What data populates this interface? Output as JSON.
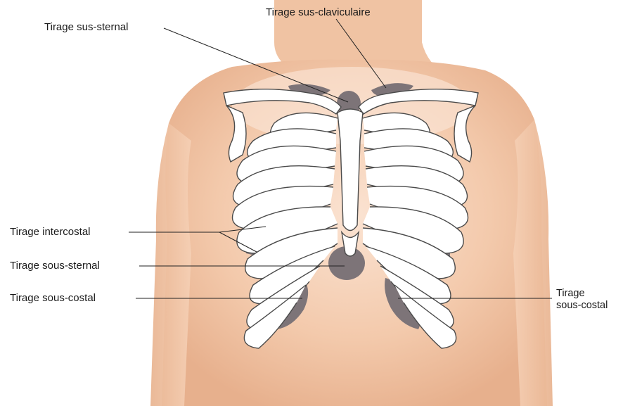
{
  "labels": {
    "sus_claviculaire": "Tirage sus-claviculaire",
    "sus_sternal": "Tirage sus-sternal",
    "intercostal": "Tirage intercostal",
    "sous_sternal": "Tirage sous-sternal",
    "sous_costal_left": "Tirage sous-costal",
    "sous_costal_right_line1": "Tirage",
    "sous_costal_right_line2": "sous-costal"
  },
  "colors": {
    "skin": "#f1c6a8",
    "skin_shadow": "#e3a985",
    "skin_highlight": "#fbe6d8",
    "bone_fill": "#ffffff",
    "bone_stroke": "#4a4a4a",
    "retraction_zone": "#7d7478",
    "leader_line": "#222222"
  }
}
